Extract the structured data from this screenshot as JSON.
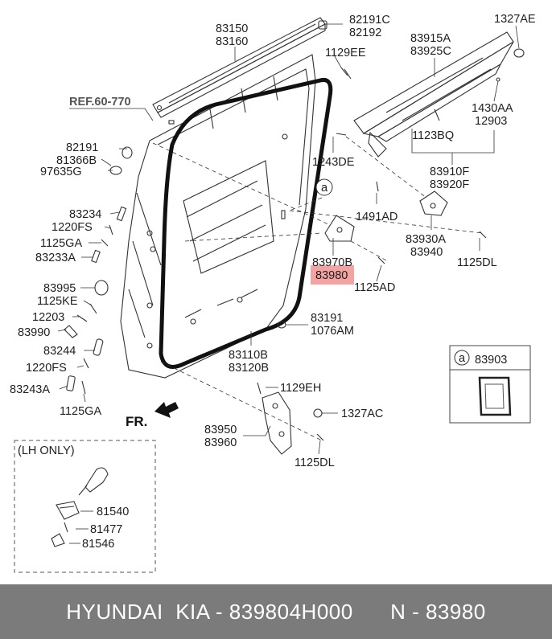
{
  "labels": {
    "p83150": "83150",
    "p83160": "83160",
    "p82191c": "82191C",
    "p82192": "82192",
    "p1327ae": "1327AE",
    "p83915a": "83915A",
    "p83925c": "83925C",
    "p1129ee": "1129EE",
    "ref": "REF.60-770",
    "p1430aa": "1430AA",
    "p12903": "12903",
    "p82191": "82191",
    "p81366b": "81366B",
    "p97635g": "97635G",
    "p1123bq": "1123BQ",
    "p1243de": "1243DE",
    "p83910f": "83910F",
    "p83920f": "83920F",
    "callout_a": "a",
    "p83234": "83234",
    "p1220fs": "1220FS",
    "p1125ga": "1125GA",
    "p83233a": "83233A",
    "p1491ad": "1491AD",
    "p83930a": "83930A",
    "p83940": "83940",
    "p1125dl": "1125DL",
    "p83970b": "83970B",
    "p83980": "83980",
    "p1125ad": "1125AD",
    "p83995": "83995",
    "p1125ke": "1125KE",
    "p12203": "12203",
    "p83990": "83990",
    "p83191": "83191",
    "p1076am": "1076AM",
    "p83244": "83244",
    "p1220fs_2": "1220FS",
    "p83110b": "83110B",
    "p83120b": "83120B",
    "p83243a": "83243A",
    "p1129eh": "1129EH",
    "p1125ga_2": "1125GA",
    "p1327ac": "1327AC",
    "fr": "FR.",
    "p83950": "83950",
    "p83960": "83960",
    "p1125dl_2": "1125DL",
    "inset_a": "a",
    "p83903": "83903",
    "lh_only": "(LH ONLY)",
    "p81540": "81540",
    "p81477": "81477",
    "p81546": "81546"
  },
  "highlight_color": "#f4a3a3",
  "footer": {
    "brand": "HYUNDAI  KIA - 839804H000",
    "ref": "N - 83980"
  }
}
